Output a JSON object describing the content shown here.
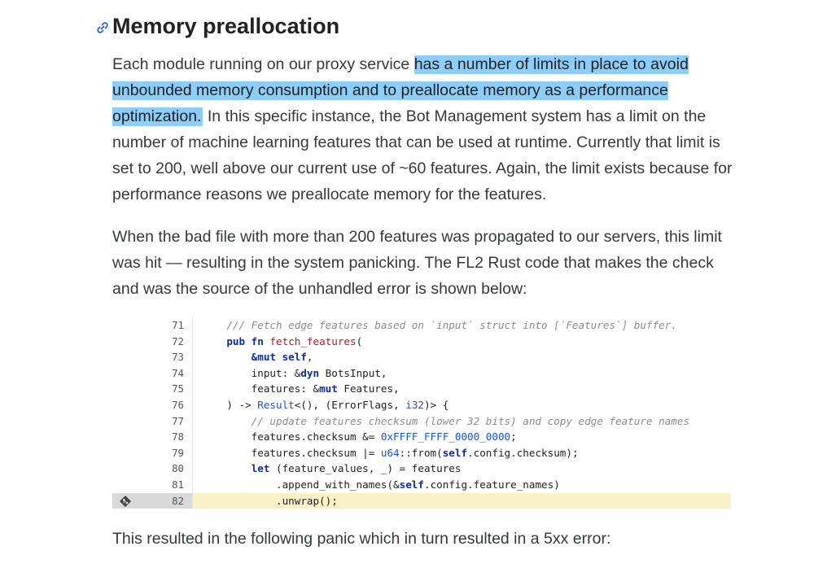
{
  "section": {
    "heading": "Memory preallocation"
  },
  "paragraph1": {
    "before": "Each module running on our proxy service ",
    "highlight": "has a number of limits in place to avoid unbounded memory consumption and to preallocate memory as a performance optimization.",
    "after": " In this specific instance, the Bot Management system has a limit on the number of machine learning features that can be used at runtime. Currently that limit is set to 200, well above our current use of ~60 features. Again, the limit exists because for performance reasons we preallocate memory for the features."
  },
  "paragraph2": {
    "text": "When the bad file with more than 200 features was propagated to our servers, this limit was hit — resulting in the system panicking. The FL2 Rust code that makes the check and was the source of the unhandled error is shown below:"
  },
  "code": {
    "highlighted_line": "82",
    "lines": [
      {
        "n": "71",
        "segs": [
          [
            "c",
            "    /// Fetch edge features based on `input` struct into [`Features`] buffer."
          ]
        ]
      },
      {
        "n": "72",
        "segs": [
          [
            "p",
            "    "
          ],
          [
            "kw",
            "pub fn "
          ],
          [
            "fn",
            "fetch_features"
          ],
          [
            "p",
            "("
          ]
        ]
      },
      {
        "n": "73",
        "segs": [
          [
            "p",
            "        "
          ],
          [
            "kw",
            "&mut self"
          ],
          [
            "p",
            ","
          ]
        ]
      },
      {
        "n": "74",
        "segs": [
          [
            "p",
            "        input: &"
          ],
          [
            "kw",
            "dyn"
          ],
          [
            "p",
            " BotsInput,"
          ]
        ]
      },
      {
        "n": "75",
        "segs": [
          [
            "p",
            "        features: &"
          ],
          [
            "kw",
            "mut"
          ],
          [
            "p",
            " Features,"
          ]
        ]
      },
      {
        "n": "76",
        "segs": [
          [
            "p",
            "    ) -> "
          ],
          [
            "ty",
            "Result"
          ],
          [
            "p",
            "<(), (ErrorFlags, "
          ],
          [
            "ty",
            "i32"
          ],
          [
            "p",
            ")> {"
          ]
        ]
      },
      {
        "n": "77",
        "segs": [
          [
            "c",
            "        // update features checksum (lower 32 bits) and copy edge feature names"
          ]
        ]
      },
      {
        "n": "78",
        "segs": [
          [
            "p",
            "        features.checksum &= "
          ],
          [
            "num",
            "0xFFFF_FFFF_0000_0000"
          ],
          [
            "p",
            ";"
          ]
        ]
      },
      {
        "n": "79",
        "segs": [
          [
            "p",
            "        features.checksum |= "
          ],
          [
            "ty",
            "u64"
          ],
          [
            "p",
            "::from("
          ],
          [
            "sf",
            "self"
          ],
          [
            "p",
            ".config.checksum);"
          ]
        ]
      },
      {
        "n": "80",
        "segs": [
          [
            "p",
            "        "
          ],
          [
            "kw",
            "let"
          ],
          [
            "p",
            " (feature_values, _) = features"
          ]
        ]
      },
      {
        "n": "81",
        "segs": [
          [
            "p",
            "            .append_with_names(&"
          ],
          [
            "sf",
            "self"
          ],
          [
            "p",
            ".config.feature_names)"
          ]
        ]
      },
      {
        "n": "82",
        "segs": [
          [
            "p",
            "            .unwrap();"
          ]
        ]
      }
    ]
  },
  "paragraph3": {
    "text": "This resulted in the following panic which in turn resulted in a 5xx error:"
  }
}
